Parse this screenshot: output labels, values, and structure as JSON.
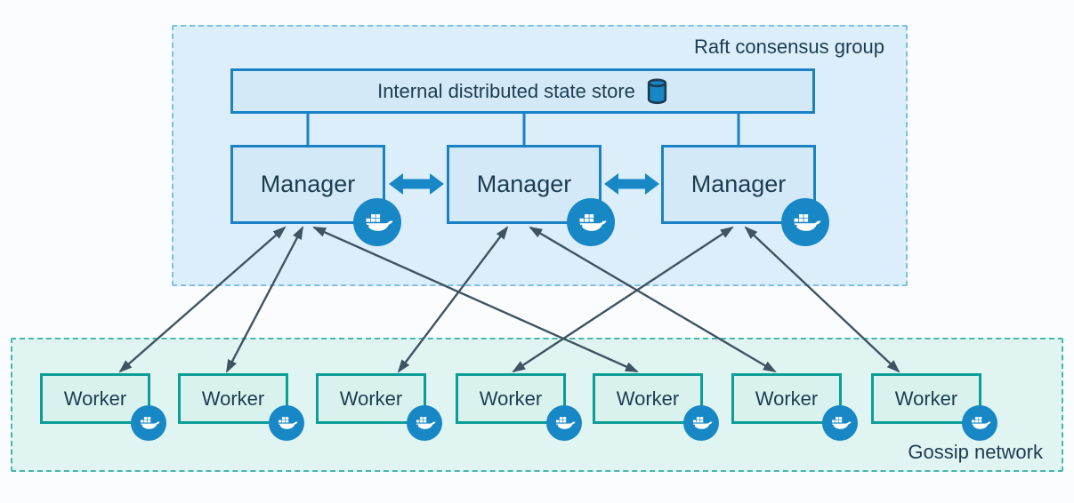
{
  "raft_group": {
    "label": "Raft consensus group",
    "store": {
      "label": "Internal distributed state store",
      "icon": "database-icon"
    },
    "managers": [
      {
        "id": "manager-1",
        "label": "Manager"
      },
      {
        "id": "manager-2",
        "label": "Manager"
      },
      {
        "id": "manager-3",
        "label": "Manager"
      }
    ],
    "manager_links": [
      {
        "between": [
          "manager-1",
          "manager-2"
        ],
        "style": "thick-double-arrow"
      },
      {
        "between": [
          "manager-2",
          "manager-3"
        ],
        "style": "thick-double-arrow"
      }
    ]
  },
  "gossip_group": {
    "label": "Gossip network",
    "workers": [
      {
        "id": "worker-1",
        "label": "Worker"
      },
      {
        "id": "worker-2",
        "label": "Worker"
      },
      {
        "id": "worker-3",
        "label": "Worker"
      },
      {
        "id": "worker-4",
        "label": "Worker"
      },
      {
        "id": "worker-5",
        "label": "Worker"
      },
      {
        "id": "worker-6",
        "label": "Worker"
      },
      {
        "id": "worker-7",
        "label": "Worker"
      }
    ]
  },
  "edges": [
    {
      "from": "manager-1",
      "to": "worker-1",
      "style": "thin-double-arrow"
    },
    {
      "from": "manager-1",
      "to": "worker-2",
      "style": "thin-double-arrow"
    },
    {
      "from": "manager-1",
      "to": "worker-5",
      "style": "thin-double-arrow"
    },
    {
      "from": "manager-2",
      "to": "worker-3",
      "style": "thin-double-arrow"
    },
    {
      "from": "manager-2",
      "to": "worker-6",
      "style": "thin-double-arrow"
    },
    {
      "from": "manager-3",
      "to": "worker-4",
      "style": "thin-double-arrow"
    },
    {
      "from": "manager-3",
      "to": "worker-7",
      "style": "thin-double-arrow"
    }
  ],
  "icons": {
    "node_badge": "docker-whale-icon",
    "store_icon": "database-icon"
  },
  "colors": {
    "blue_border": "#1a82c4",
    "blue_fill": "#d3e9f8",
    "raft_bg": "#dceefa",
    "raft_dash": "#7cc0e4",
    "teal_border": "#0c9e96",
    "teal_fill": "#d9f2ee",
    "gossip_bg": "#e0f4f1",
    "gossip_dash": "#45b8ab",
    "text_navy": "#1d3c52",
    "docker_blue": "#1787c5",
    "edge_gray": "#3f5463"
  }
}
